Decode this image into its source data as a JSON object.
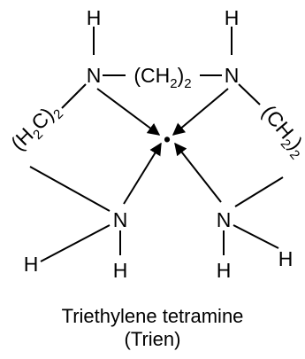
{
  "diagram": {
    "atoms": {
      "n_top_left": "N",
      "n_top_right": "N",
      "n_bottom_left": "N",
      "n_bottom_right": "N",
      "h_top_left": "H",
      "h_top_right": "H",
      "h_nbl_below": "H",
      "h_nbl_left": "H",
      "h_nbr_below": "H",
      "h_nbr_right": "H"
    },
    "bridge": {
      "main": "(CH",
      "sub": "2",
      "close": ")",
      "count": "2"
    },
    "left_arm": {
      "open": "(H",
      "sub": "2",
      "c": "C)",
      "count": "2"
    },
    "right_arm": {
      "main": "(CH",
      "sub": "2",
      "close": ")",
      "count": "2"
    },
    "metal_center": "•"
  },
  "caption": {
    "name": "Triethylene tetramine",
    "abbreviation": "(Trien)"
  },
  "colors": {
    "ink": "#000000",
    "background": "#ffffff"
  }
}
